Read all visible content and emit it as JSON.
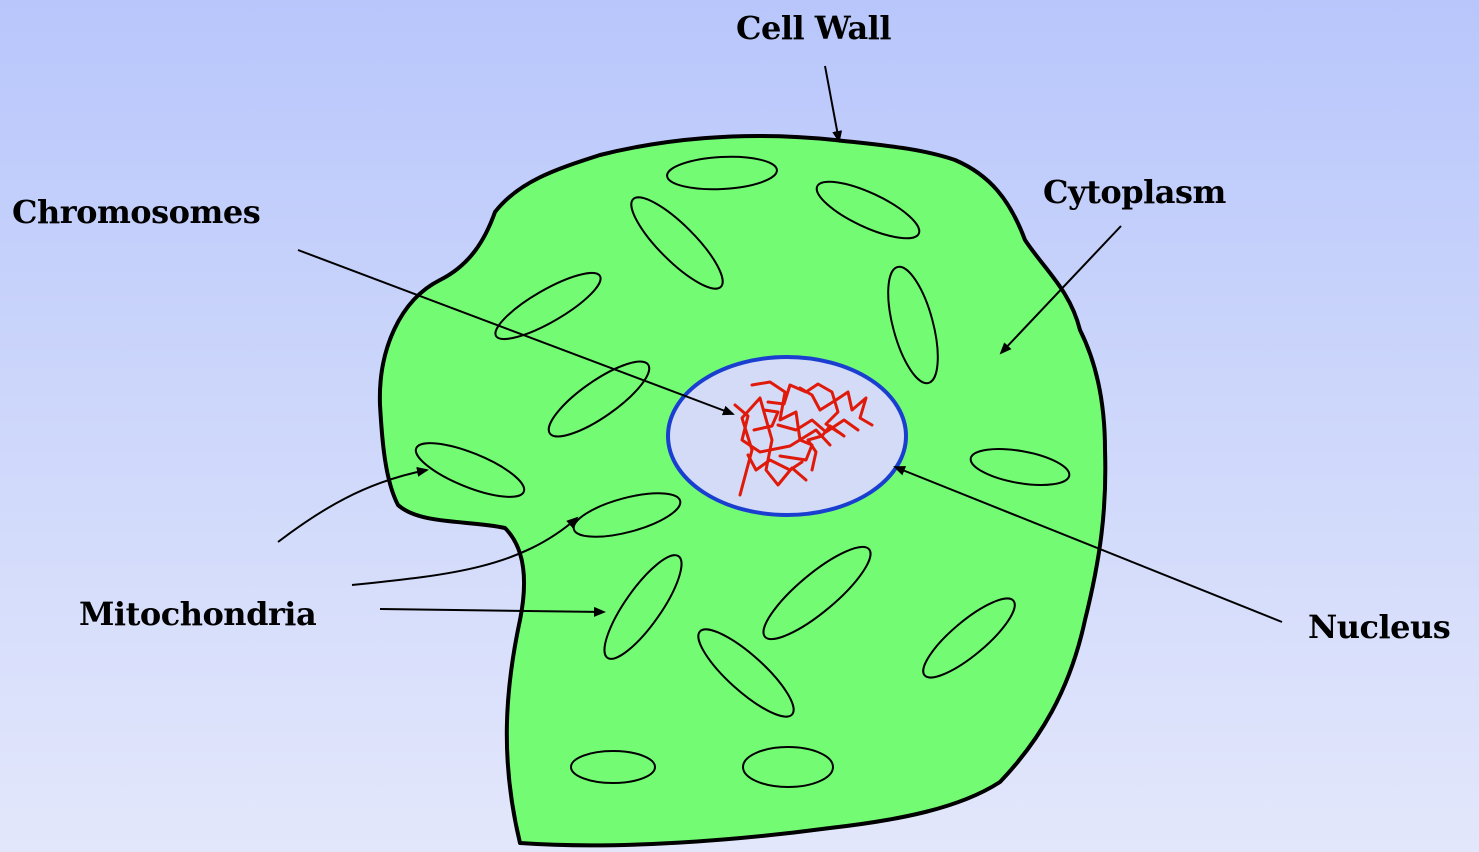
{
  "labels": {
    "cell_wall": "Cell Wall",
    "cytoplasm": "Cytoplasm",
    "chromosomes": "Chromosomes",
    "mitochondria": "Mitochondria",
    "nucleus": "Nucleus"
  },
  "colors": {
    "background_top": "#b8c6fb",
    "background_bottom": "#e3e7fb",
    "cytoplasm_fill": "#74fb74",
    "cell_outline": "#000000",
    "nucleus_fill": "#d3dbf6",
    "nucleus_outline": "#1a3fd0",
    "chromosome": "#e01a0a",
    "arrow": "#000000"
  }
}
